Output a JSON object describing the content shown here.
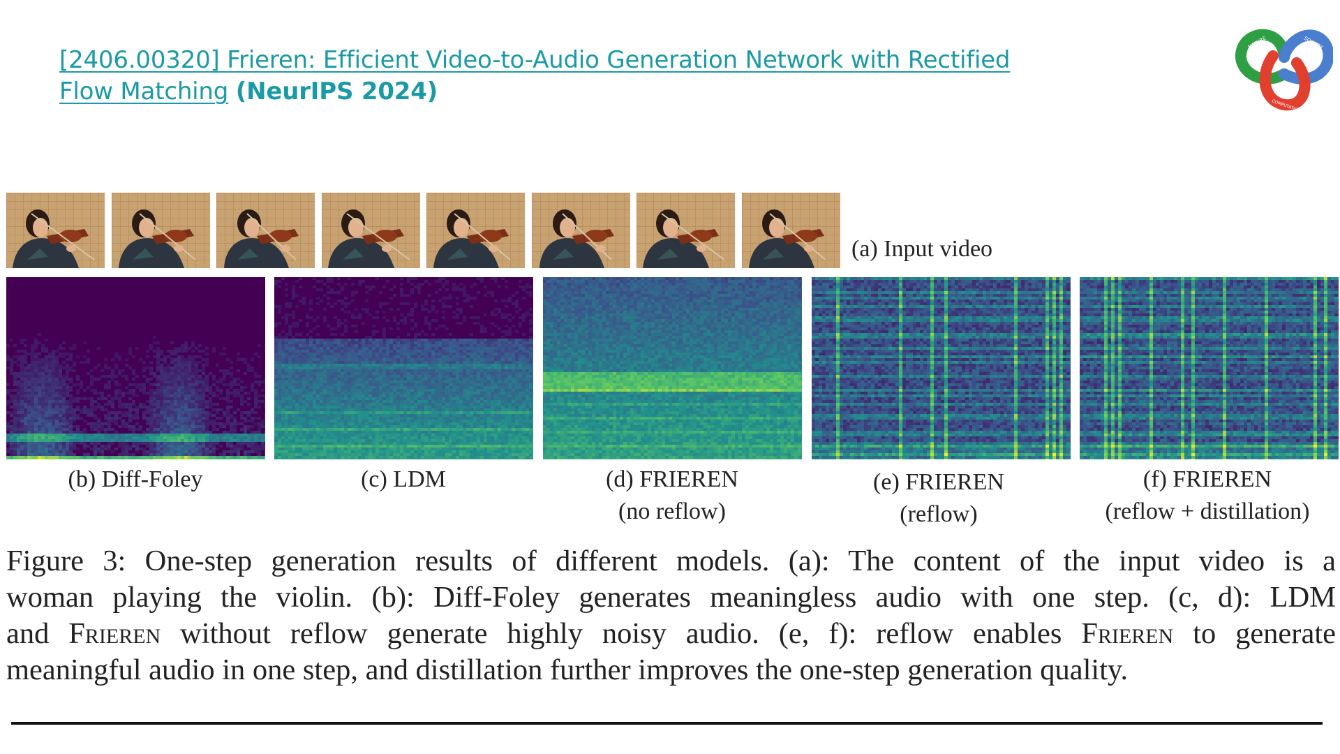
{
  "title": {
    "link_text_line1": "[2406.00320] Frieren: Efficient Video-to-Audio Generation Network with Rectified",
    "link_text_line2": "Flow Matching",
    "venue": "(NeurIPS 2024)"
  },
  "logo": {
    "ring_labels": [
      "NATURE",
      "SOCIETY",
      "COMPUTATION"
    ],
    "colors": {
      "green": "#2ea043",
      "blue": "#4a7fd0",
      "red": "#e1402e"
    }
  },
  "figure": {
    "input_caption": "(a) Input video",
    "frame_count": 8,
    "panels": [
      {
        "caption_lines": [
          "(b) Diff-Foley"
        ]
      },
      {
        "caption_lines": [
          "(c) LDM"
        ]
      },
      {
        "caption_lines": [
          "(d) FRIEREN",
          "(no reflow)"
        ]
      },
      {
        "caption_lines": [
          "(e) FRIEREN",
          "(reflow)"
        ]
      },
      {
        "caption_lines": [
          "(f) FRIEREN",
          "(reflow + distillation)"
        ]
      }
    ],
    "caption_lines": [
      [
        "Figure 3: One-step generation results of different models. (a): The content of the input video is a"
      ],
      [
        "woman playing the violin. (b): Diff-Foley generates meaningless audio with one step. (c, d): LDM"
      ],
      [
        "and ",
        "Frieren",
        " without reflow generate highly noisy audio. (e, f): reflow enables ",
        "Frieren",
        " to generate"
      ],
      [
        "meaningful audio in one step, and distillation further improves the one-step generation quality."
      ]
    ]
  }
}
